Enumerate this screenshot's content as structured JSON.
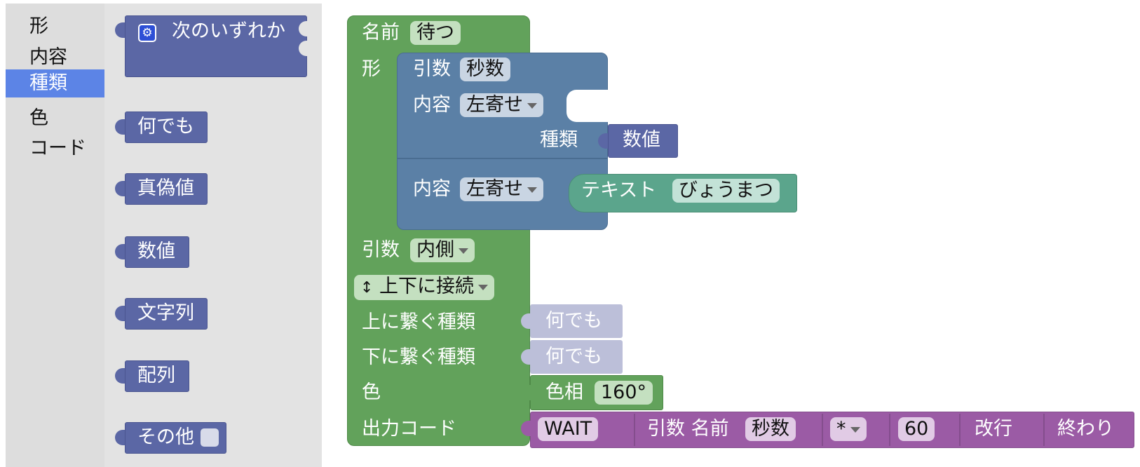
{
  "sidebar": {
    "categories": [
      {
        "label": "形"
      },
      {
        "label": "内容"
      },
      {
        "label": "種類",
        "selected": true
      },
      {
        "label": "色"
      },
      {
        "label": "コード"
      }
    ]
  },
  "flyout": {
    "any_of": "次のいずれか",
    "types": [
      "何でも",
      "真偽値",
      "数値",
      "文字列",
      "配列",
      "その他"
    ]
  },
  "factory": {
    "name_label": "名前",
    "name_value": "待つ",
    "shape_label": "形",
    "arg_label": "引数",
    "arg_name": "秒数",
    "content_label": "内容",
    "align_value": "左寄せ",
    "type_label": "種類",
    "type_value": "数値",
    "content2_label": "内容",
    "align2_value": "左寄せ",
    "text_label": "テキスト",
    "text_value": "びょうまつ",
    "inputs_label": "引数",
    "inputs_value": "内側",
    "connect_value": "上下に接続",
    "connect_icon": "↕",
    "top_type_label": "上に繋ぐ種類",
    "top_type_value": "何でも",
    "bottom_type_label": "下に繋ぐ種類",
    "bottom_type_value": "何でも",
    "color_label": "色",
    "hue_label": "色相",
    "hue_value": "160°",
    "code_label": "出力コード",
    "code_wait": "WAIT",
    "code_arg_label": "引数 名前",
    "code_arg_value": "秒数",
    "code_op": "*",
    "code_num": "60",
    "code_newline": "改行",
    "code_end": "終わり"
  },
  "colors": {
    "type_block": "#5b67a5",
    "factory_block": "#62a25b",
    "shape_block": "#5b80a6",
    "text_block": "#5ba58c",
    "type_light": "#bcbfd9",
    "hue_block": "#62a25b",
    "code_block": "#9b5ba5",
    "selected_category": "#5c84e6"
  }
}
